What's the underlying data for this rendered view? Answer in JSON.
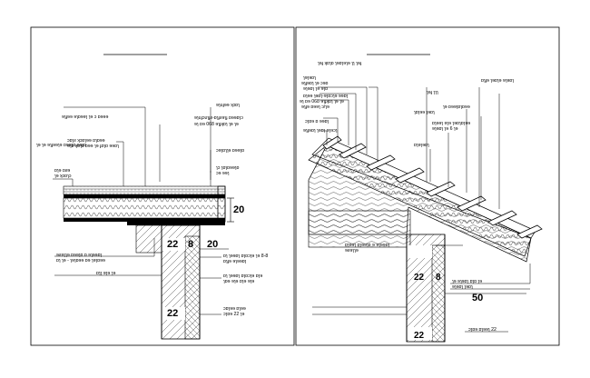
{
  "left_panel": {
    "labels": {
      "top_label": "ɘɿυɟɘɘ ʞɔɒɿ",
      "label2a": "ɘɿυɟɔυɿɟƨ-ɒɿɟƨɘɿɟ ɒɘɘɒɿɔ",
      "label2b": "ɘɿ ɒɘ 068 ɘɿɟʞɒɿ ɿɘ ɿɘ",
      "label3a": "ɔɒɿƨ ʞɔɒɿɘɘ ɒɿɒɘɘ",
      "label3b": "ɘɿƨ ʞɒɿƨ ɒɘɘ ɿɘ ɟɒɿɒ ɘɘɒɿ",
      "label4": "ɔɘɿɒɿɿɘ ɒɘɘɿɒ",
      "label5a": "ɿɔ ɿɒɿɒɘɘɿɒ",
      "label5b": "ɔɘ ɘɘɿ",
      "label6a": "ɒɿɘ ɒƨɘ",
      "label6b": "ɿɘ ʞɔɒɿɔ",
      "left_a": "ɘɿɟɘɘ ɘɿɒɘɘɿ ɿɘ ɔ ɒɘɘɘ",
      "left_b": "ɿɘ ɿɘ ɘɿɟɘɘɿɘ ɒɘɘɿɒ ɘɘɿɒ",
      "bottom1a": "ɘƨɘɿɿɘ ɒɘɘɿɒ ɒ ɘɿɘɘɒɿ",
      "bottom1b": "ɒɿ ɿɘ - ɿɘɿɒɘɘ ɒɘ ɿɘɿɒɘɘ",
      "bottom2": "ɒɿɿ ɘɿɘ ɿɘ",
      "right1a": "ɒɿ ɿɘɘɒɿ ɒɿɒɔɿɘ ɿɘ 8-8",
      "right1b": "ɒɿɟɘ ɘɿɘɘɒɿ",
      "right2a": "ɒɿ ɿɘɘɒɿ ɒɿɒɔɿɘ ɒɿɘ",
      "right2b": "ɿɒɘ ɘɿɘ ɒɿɘ ɘɿɘ",
      "right3a": "ɔɒɿɘɘ ɒɿɘɘ",
      "right3b": "ɔɿɒɘ 22 ɿɘ"
    },
    "dims": {
      "d20_right": "20",
      "d22_top": "22",
      "d8": "8",
      "d20_bottom": "20",
      "d22_bottom": "22"
    }
  },
  "right_panel": {
    "labels": {
      "title_note": "ɿɘɟ ʞɒɿɒ ɿɘɒɿɘɿɘ ɿɿ ɿɘɟ",
      "top_a": "ɿɘɿɘɒɿ",
      "top_b": "ɘɿɟɘɒɿ ɿɘ ɔɘɒ",
      "top_c": "ɘɿɘɒɿ ɿɘ ɘɿɒ",
      "roof_a": "ɒɿɘɘ ɿɘɒɿ-ɘɿɒɔɿɘ ɘɘɒɿ",
      "roof_b": "ɘɿ ɒɘ 068 ɘɿɟʞɒɿ ɿɘ ɿɘ",
      "roof_c": "ɘɿɟɘ ɒɘɘɿ ɔ/ɿɘ",
      "roof_d": "ɔɿɒɘ ɒ ɘɘɒɿ",
      "roof_e": "ɘɿɟɘɒɿ ɿɘɒɿ ɘɿɘɔɿ",
      "r1": "ɒɿɟɘ ɿɘɒɿɘ ɘɿɘɒɿ",
      "r2": "ɿɘɟ ɿɿɿ",
      "r3a": "ɿɘ ɒɘɘɿɒɿɒɘɘ",
      "r3b": "ɿɒɿɘɘ ɿɘɒɿ",
      "r4a": "ɒɿɘɘɿ ɘɿɘ ɿɘɒɿɒɿɘɘ",
      "r4b": "ɘɿɘɒɿ ɿɘ 6 ɿɘ",
      "r5": "ɒɿɘɿɘɒɿ",
      "r6a": "ɒɿɘɘɿ ɒɿɘɘɿɒ ɘ ɘɿɘɘɒɿ",
      "r6b": "ɘƨɘɿɿɘ",
      "r7a": "ɿɘ ɘɿɘɒɿ ɒɿɒ ɿɘ",
      "r7b": "ɘɿɘɒɿ ɿɘɒɿ",
      "r8": "ɔɿɒɘ ɒɿɘɘɿ 22"
    },
    "dims": {
      "d22_top": "22",
      "d8": "8",
      "d50": "50",
      "d22_bottom": "22"
    }
  }
}
